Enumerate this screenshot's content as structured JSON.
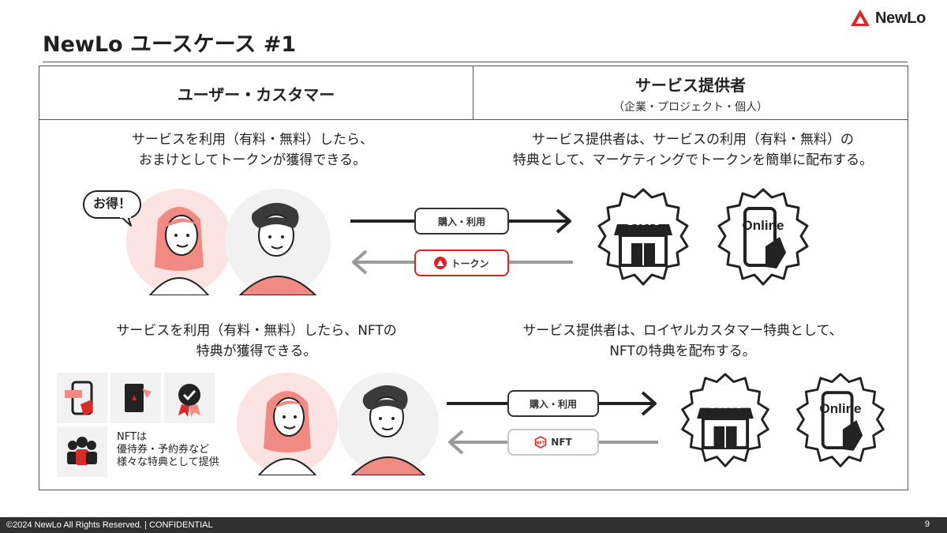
{
  "logo": {
    "text": "NewLo"
  },
  "page_title": "NewLo ユースケース #1",
  "header": {
    "left": "ユーザー・カスタマー",
    "right_title": "サービス提供者",
    "right_sub": "（企業・プロジェクト・個人）"
  },
  "row1": {
    "caption_left": [
      "サービスを利用（有料・無料）したら、",
      "おまけとしてトークンが獲得できる。"
    ],
    "caption_right": [
      "サービス提供者は、サービスの利用（有料・無料）の",
      "特典として、マーケティングでトークンを簡単に配布する。"
    ],
    "speech_bubble": "お得！",
    "arrow_forward_label": "購入・利用",
    "arrow_back_label": "トークン",
    "badge_store": "Store",
    "badge_online": "Online"
  },
  "row2": {
    "caption_left": [
      "サービスを利用（有料・無料）したら、NFTの",
      "特典が獲得できる。"
    ],
    "caption_right": [
      "サービス提供者は、ロイヤルカスタマー特典として、",
      "NFTの特典を配布する。"
    ],
    "note": [
      "NFTは",
      "優待券・予約券など",
      "様々な特典として提供"
    ],
    "arrow_forward_label": "購入・利用",
    "arrow_back_label": "NFT",
    "badge_store": "Store",
    "badge_online": "Online"
  },
  "footer": {
    "copyright": "©2024 NewLo  All Rights Reserved. | CONFIDENTIAL",
    "page_number": "9"
  },
  "colors": {
    "accent_red": "#d82c2c",
    "salmon": "#f28a84",
    "dark": "#222222",
    "gray_arrow": "#9a9a9a",
    "light_bg": "#f2f2f2"
  }
}
